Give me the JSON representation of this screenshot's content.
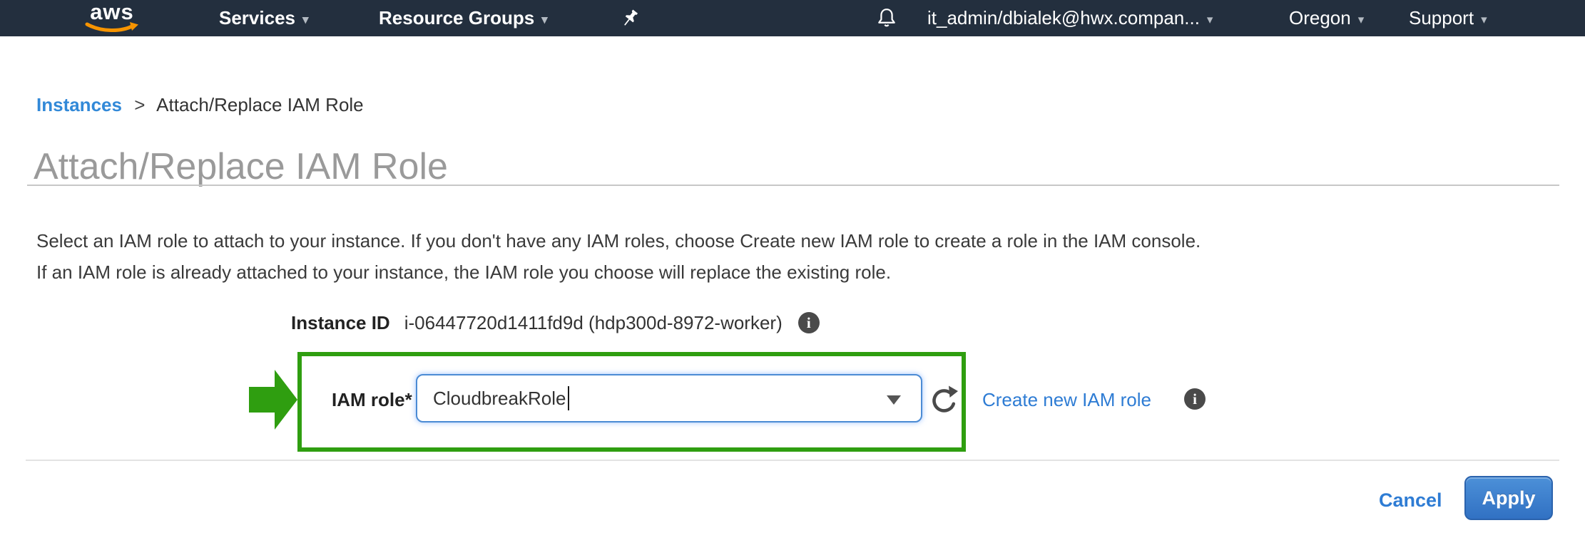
{
  "nav": {
    "logo_text": "aws",
    "services_label": "Services",
    "resource_groups_label": "Resource Groups",
    "user_label": "it_admin/dbialek@hwx.compan...",
    "region_label": "Oregon",
    "support_label": "Support"
  },
  "breadcrumb": {
    "instances_link": "Instances",
    "separator": ">",
    "current": "Attach/Replace IAM Role"
  },
  "page": {
    "title": "Attach/Replace IAM Role"
  },
  "description": {
    "line1": "Select an IAM role to attach to your instance. If you don't have any IAM roles, choose Create new IAM role to create a role in the IAM console.",
    "line2": "If an IAM role is already attached to your instance, the IAM role you choose will replace the existing role."
  },
  "form": {
    "instance_id_label": "Instance ID",
    "instance_id_value": "i-06447720d1411fd9d (hdp300d-8972-worker)",
    "iam_role_label": "IAM role*",
    "iam_role_value": "CloudbreakRole",
    "create_role_link_label": "Create new IAM role"
  },
  "footer": {
    "cancel_label": "Cancel",
    "apply_label": "Apply"
  },
  "icons": {
    "pin": "pushpin-icon",
    "bell": "notifications-bell-icon",
    "refresh": "refresh-icon",
    "info": "info-icon",
    "chevron": "chevron-down-icon",
    "caret": "caret-down-icon",
    "annotation_arrow": "green-annotation-arrow"
  },
  "colors": {
    "nav_bg": "#232f3e",
    "logo_orange": "#f79400",
    "link_blue": "#2e7cd4",
    "annotation_green": "#2f9e10",
    "focus_blue": "#4b8bd4",
    "title_gray": "#9a9a9a",
    "info_icon_gray": "#4a4a4a",
    "button_blue_top": "#4c90d8",
    "button_blue_bottom": "#3171c3"
  }
}
